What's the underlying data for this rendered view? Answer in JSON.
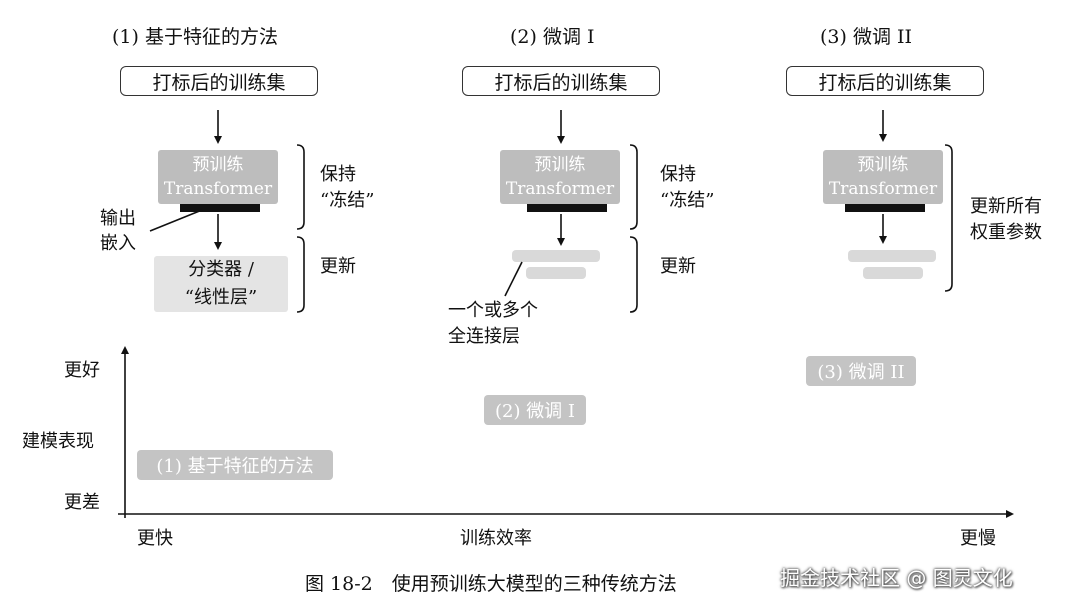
{
  "methods": [
    {
      "title": "(1) 基于特征的方法",
      "dataset": "打标后的训练集",
      "model_line1": "预训练",
      "model_line2": "Transformer",
      "bracket_top": [
        "保持",
        "“冻结”"
      ],
      "bracket_bottom": "更新",
      "embed_label": [
        "输出",
        "嵌入"
      ],
      "classifier": [
        "分类器 /",
        "“线性层”"
      ]
    },
    {
      "title": "(2) 微调 I",
      "dataset": "打标后的训练集",
      "model_line1": "预训练",
      "model_line2": "Transformer",
      "bracket_top": [
        "保持",
        "“冻结”"
      ],
      "bracket_bottom": "更新",
      "fc_label": [
        "一个或多个",
        "全连接层"
      ]
    },
    {
      "title": "(3) 微调 II",
      "dataset": "打标后的训练集",
      "model_line1": "预训练",
      "model_line2": "Transformer",
      "bracket_label": [
        "更新所有",
        "权重参数"
      ]
    }
  ],
  "chart": {
    "y_axis_label": "建模表现",
    "y_top": "更好",
    "y_bottom": "更差",
    "x_axis_label": "训练效率",
    "x_left": "更快",
    "x_right": "更慢",
    "tags": [
      "(1) 基于特征的方法",
      "(2) 微调 I",
      "(3) 微调 II"
    ]
  },
  "chart_data": {
    "type": "scatter",
    "xlabel": "训练效率",
    "ylabel": "建模表现",
    "x_tick_labels": [
      "更快",
      "更慢"
    ],
    "y_tick_labels": [
      "更好",
      "更差"
    ],
    "points": [
      {
        "label": "(1) 基于特征的方法",
        "x": 0.15,
        "y": 0.15
      },
      {
        "label": "(2) 微调 I",
        "x": 0.5,
        "y": 0.5
      },
      {
        "label": "(3) 微调 II",
        "x": 0.85,
        "y": 0.8
      }
    ]
  },
  "caption": "图 18-2　使用预训练大模型的三种传统方法",
  "watermark": "掘金技术社区 @ 图灵文化",
  "colors": {
    "model": "#bdbdbd",
    "classifier": "#e4e4e4",
    "fc_layer": "#d9d9d9",
    "tag": "#c4c4c4",
    "line": "#111111"
  }
}
